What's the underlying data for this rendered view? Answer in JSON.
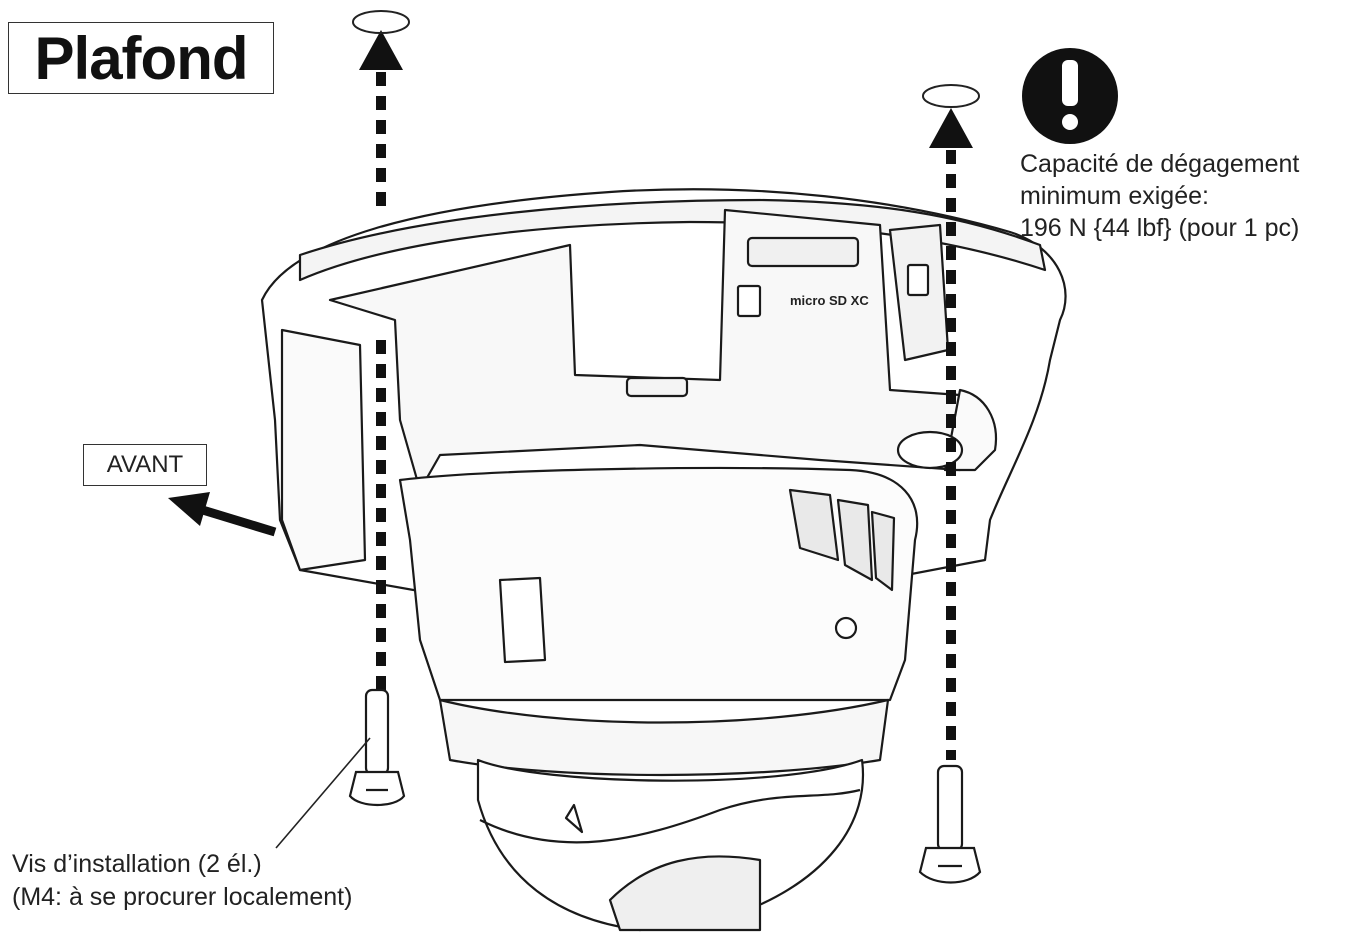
{
  "title": "Plafond",
  "front_label": "AVANT",
  "warning": {
    "icon": "exclamation-icon",
    "lines": [
      "Capacité de dégagement",
      "minimum exigée:",
      "196 N {44 lbf} (pour 1 pc)"
    ]
  },
  "screw_callout": {
    "lines": [
      "Vis d’installation (2 él.)",
      "(M4: à se procurer localement)"
    ]
  },
  "sd_slot_label": "micro SD XC"
}
